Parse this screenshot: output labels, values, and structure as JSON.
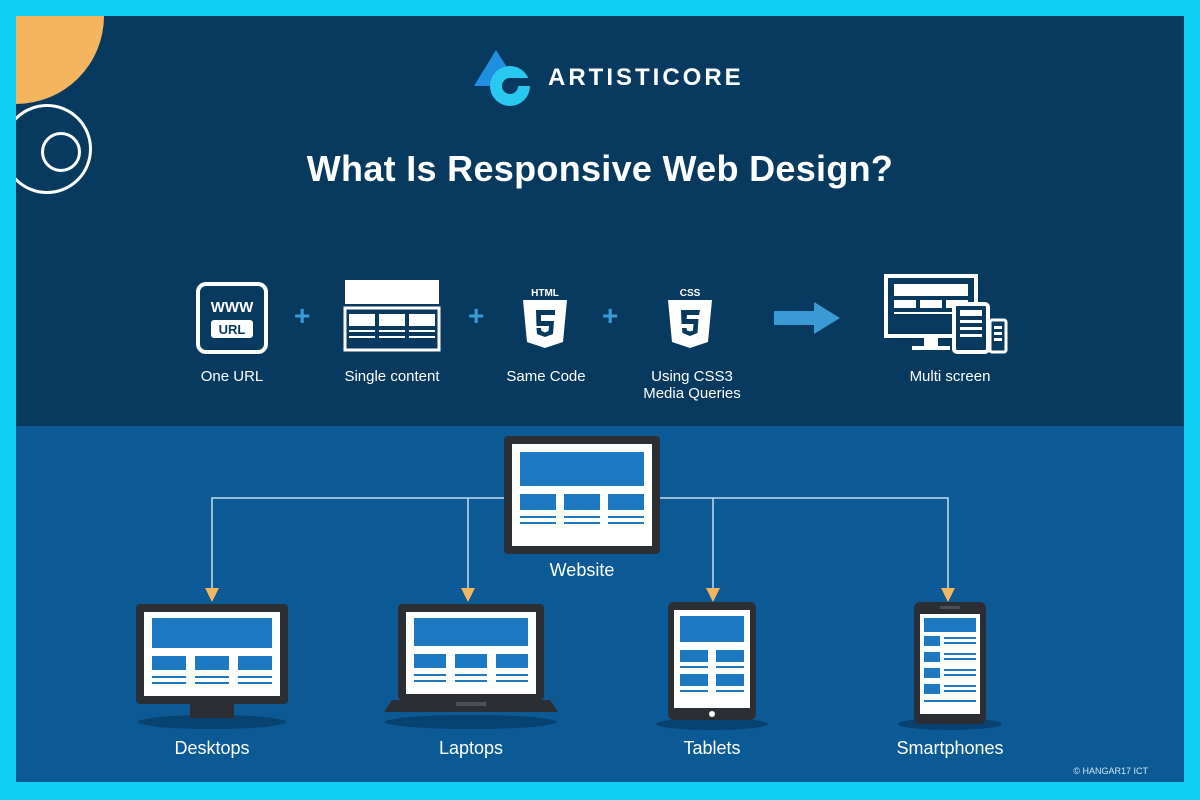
{
  "brand": {
    "name": "ARTISTICORE"
  },
  "title": "What Is Responsive Web Design?",
  "steps": [
    {
      "label": "One URL",
      "icon": "url-icon",
      "icon_text_top": "WWW",
      "icon_text_bottom": "URL"
    },
    {
      "label": "Single content",
      "icon": "layout-icon"
    },
    {
      "label": "Same Code",
      "icon": "html5-icon",
      "icon_text": "HTML"
    },
    {
      "label_line1": "Using CSS3",
      "label_line2": "Media Queries",
      "icon": "css3-icon",
      "icon_text": "CSS"
    },
    {
      "label": "Multi screen",
      "icon": "multi-screen-icon"
    }
  ],
  "plus_sign": "+",
  "source": {
    "label": "Website"
  },
  "devices": [
    {
      "label": "Desktops",
      "icon": "desktop-icon"
    },
    {
      "label": "Laptops",
      "icon": "laptop-icon"
    },
    {
      "label": "Tablets",
      "icon": "tablet-icon"
    },
    {
      "label": "Smartphones",
      "icon": "smartphone-icon"
    }
  ],
  "credit": "© HANGAR17 ICT",
  "colors": {
    "frame": "#0fd0f5",
    "top_band": "#073a5e",
    "bottom_band": "#0b5a95",
    "accent_orange": "#f5b55e",
    "arrow_blue": "#3a9ad6",
    "logo_blue": "#1f8fe0",
    "logo_cyan": "#29c8f0"
  }
}
